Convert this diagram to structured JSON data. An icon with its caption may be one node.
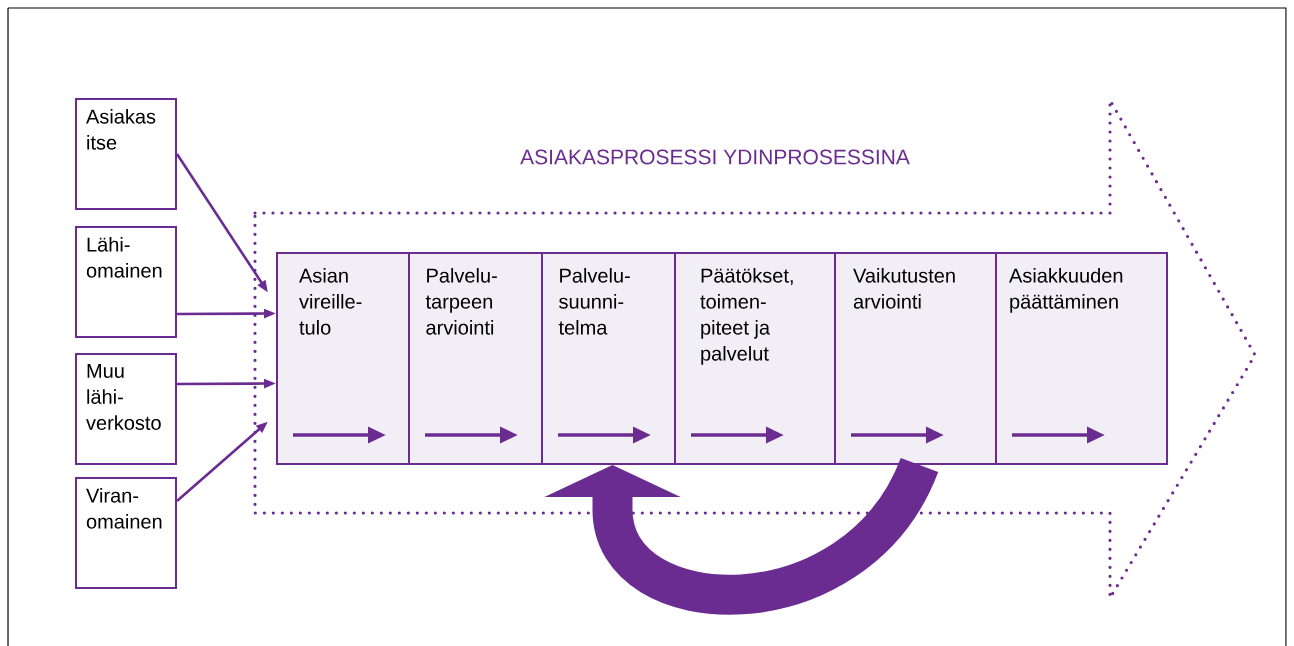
{
  "diagram": {
    "title": "ASIAKASPROSESSI YDINPROSESSINA",
    "nodes": [
      {
        "text": [
          "Asiakas itse"
        ]
      },
      {
        "text": [
          "Lähi-omainen"
        ]
      },
      {
        "text": [
          "Muu lähi-verkosto"
        ]
      },
      {
        "text": [
          "Viran-omainen"
        ]
      },
      {
        "text": [
          "Asian vireille-tulo"
        ]
      },
      {
        "text": [
          "Palvelu-tarpeen arviointi"
        ]
      },
      {
        "text": [
          "Palvelu-suunni-telma"
        ]
      },
      {
        "text": [
          "Päätökset, toimen-piteet ja palvelut"
        ]
      },
      {
        "text": [
          "Vaikutusten arviointi"
        ]
      },
      {
        "text": [
          "Asiakkuuden päättäminen"
        ]
      }
    ],
    "edges": [
      {
        "from": 0,
        "to": 4,
        "arrow": "to"
      },
      {
        "from": 1,
        "to": 4,
        "arrow": "to"
      },
      {
        "from": 2,
        "to": 4,
        "arrow": "to"
      },
      {
        "from": 3,
        "to": 4,
        "arrow": "to"
      },
      {
        "from": 8,
        "to": 6,
        "arrow": "to",
        "style": "thick"
      }
    ]
  }
}
